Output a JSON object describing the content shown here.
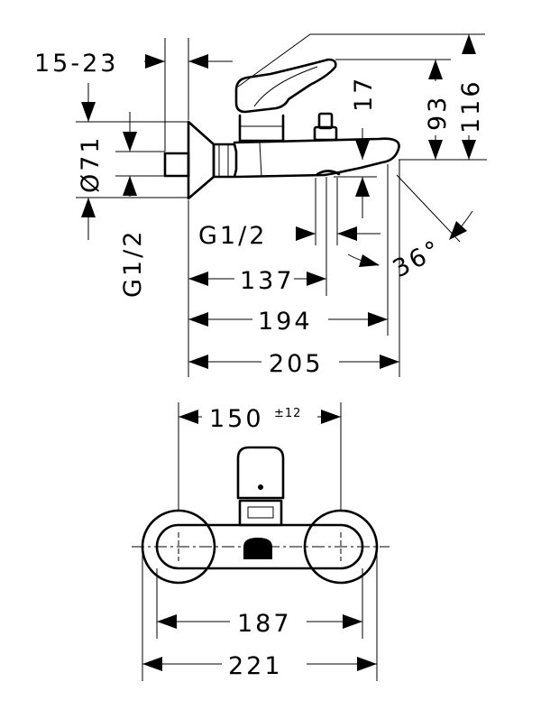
{
  "side_view": {
    "dim_wall_distance": "15-23",
    "dim_diameter": "Ø71",
    "dim_inlet_thread": "G1/2",
    "dim_outlet_thread": "G1/2",
    "dim_spout_offset": "17",
    "dim_height_93": "93",
    "dim_height_116": "116",
    "dim_137": "137",
    "dim_194": "194",
    "dim_205": "205",
    "dim_angle": "36°"
  },
  "front_view": {
    "dim_centres": "150",
    "dim_centres_tolerance": "±12",
    "dim_187": "187",
    "dim_221": "221"
  }
}
